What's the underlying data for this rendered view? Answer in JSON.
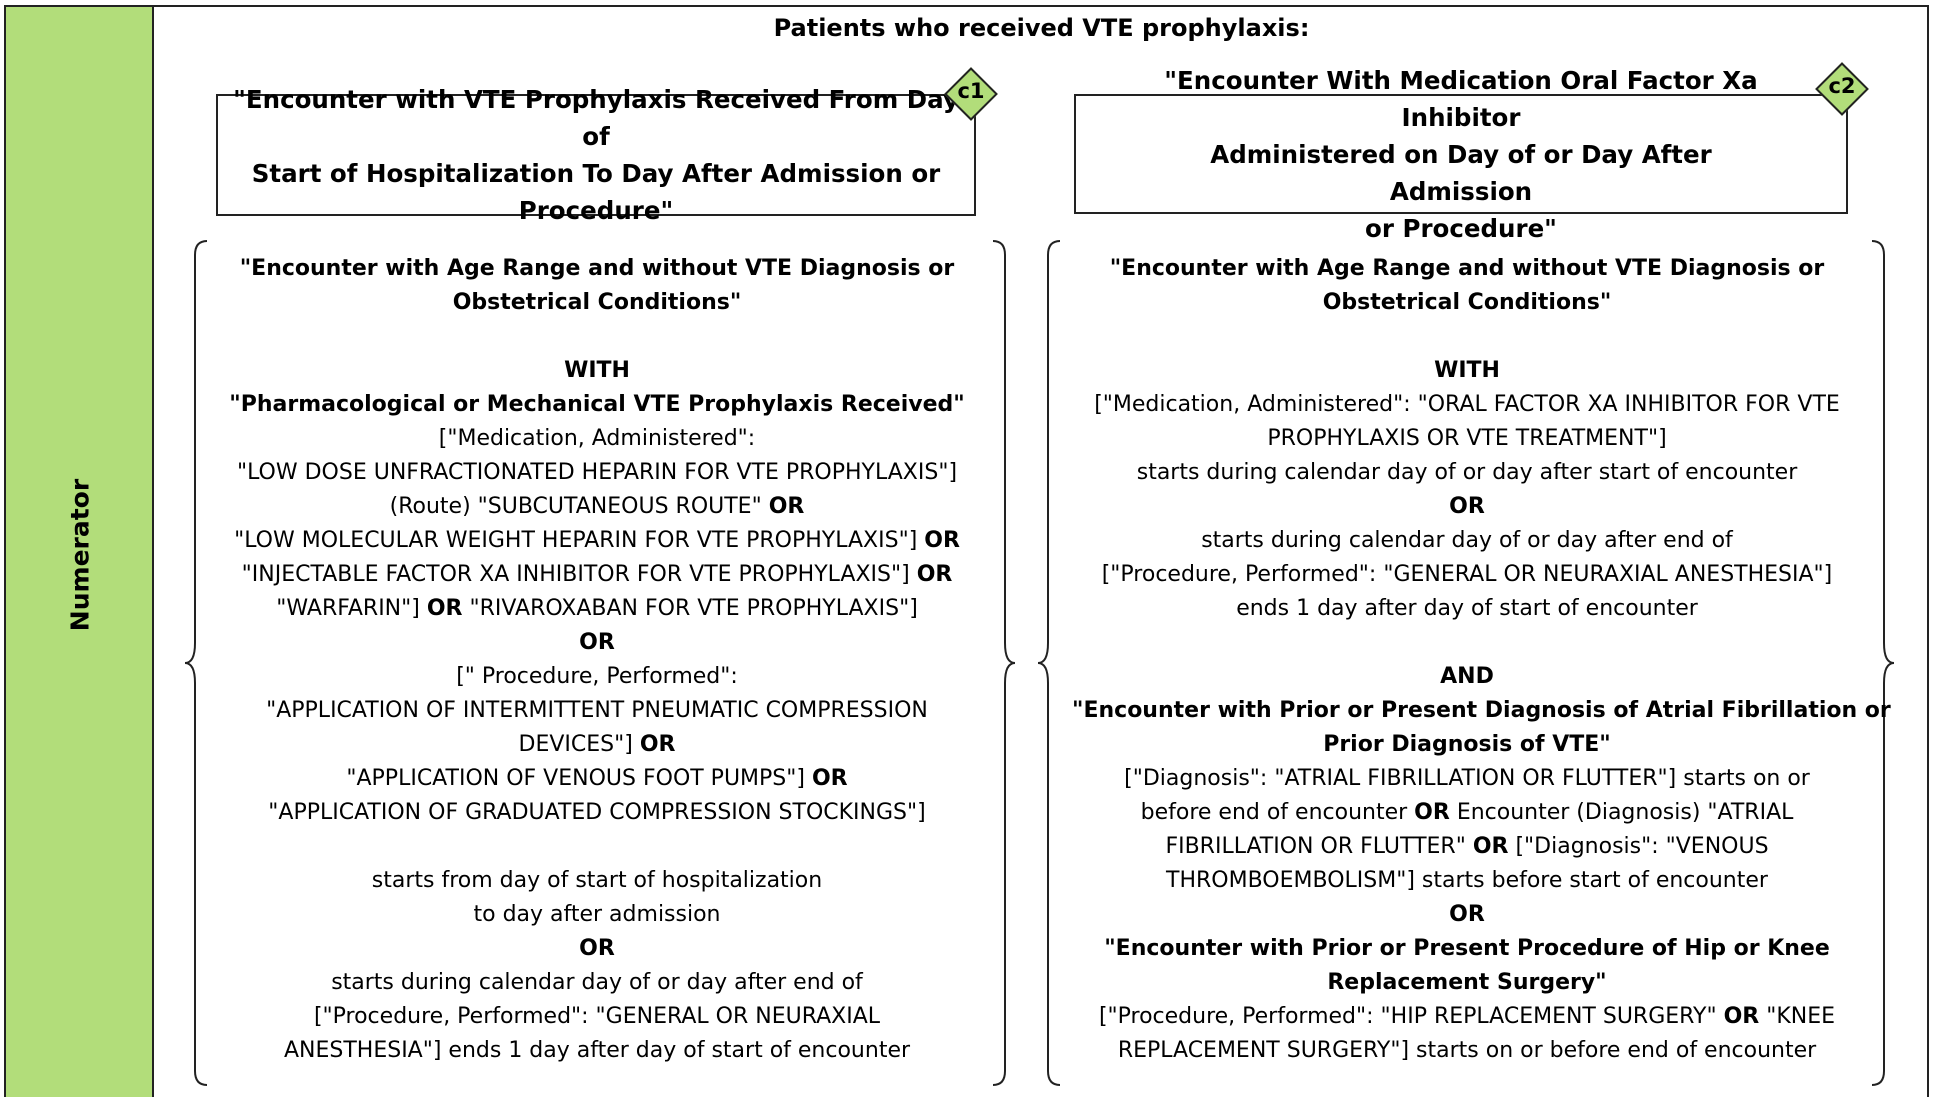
{
  "sidebar": {
    "label": "Numerator",
    "color": "#b2dd7a"
  },
  "title": "Patients who received VTE prophylaxis:",
  "components": [
    {
      "badge": "c1",
      "heading_lines": [
        "\"Encounter with VTE Prophylaxis Received From Day of",
        "Start of Hospitalization To Day After Admission or",
        "Procedure\""
      ],
      "body": [
        {
          "parts": [
            {
              "t": "\"Encounter with Age Range and without VTE Diagnosis or",
              "b": true
            }
          ]
        },
        {
          "parts": [
            {
              "t": "Obstetrical Conditions\"",
              "b": true
            }
          ]
        },
        {
          "gap": true
        },
        {
          "parts": [
            {
              "t": "WITH",
              "b": true
            }
          ]
        },
        {
          "parts": [
            {
              "t": "\"Pharmacological or Mechanical VTE Prophylaxis Received\"",
              "b": true
            }
          ]
        },
        {
          "parts": [
            {
              "t": "[\"Medication, Administered\":",
              "b": false
            }
          ]
        },
        {
          "parts": [
            {
              "t": "\"LOW DOSE UNFRACTIONATED HEPARIN FOR VTE PROPHYLAXIS\"]",
              "b": false
            }
          ]
        },
        {
          "parts": [
            {
              "t": "(Route) \"SUBCUTANEOUS ROUTE\" ",
              "b": false
            },
            {
              "t": "OR",
              "b": true
            }
          ]
        },
        {
          "parts": [
            {
              "t": "\"LOW MOLECULAR WEIGHT HEPARIN FOR VTE PROPHYLAXIS\"] ",
              "b": false
            },
            {
              "t": "OR",
              "b": true
            }
          ]
        },
        {
          "parts": [
            {
              "t": "\"INJECTABLE FACTOR XA INHIBITOR FOR VTE PROPHYLAXIS\"] ",
              "b": false
            },
            {
              "t": "OR",
              "b": true
            }
          ]
        },
        {
          "parts": [
            {
              "t": "\"WARFARIN\"] ",
              "b": false
            },
            {
              "t": "OR",
              "b": true
            },
            {
              "t": " \"RIVAROXABAN FOR VTE PROPHYLAXIS\"]",
              "b": false
            }
          ]
        },
        {
          "parts": [
            {
              "t": "OR",
              "b": true
            }
          ]
        },
        {
          "parts": [
            {
              "t": "[\" Procedure, Performed\":",
              "b": false
            }
          ]
        },
        {
          "parts": [
            {
              "t": "\"APPLICATION OF INTERMITTENT PNEUMATIC COMPRESSION",
              "b": false
            }
          ]
        },
        {
          "parts": [
            {
              "t": "DEVICES\"] ",
              "b": false
            },
            {
              "t": "OR",
              "b": true
            }
          ]
        },
        {
          "parts": [
            {
              "t": "\"APPLICATION OF VENOUS FOOT PUMPS\"] ",
              "b": false
            },
            {
              "t": "OR",
              "b": true
            }
          ]
        },
        {
          "parts": [
            {
              "t": "\"APPLICATION OF GRADUATED COMPRESSION STOCKINGS\"]",
              "b": false
            }
          ]
        },
        {
          "gap": true
        },
        {
          "parts": [
            {
              "t": "starts from day of start of hospitalization",
              "b": false
            }
          ]
        },
        {
          "parts": [
            {
              "t": "to day after admission",
              "b": false
            }
          ]
        },
        {
          "parts": [
            {
              "t": "OR",
              "b": true
            }
          ]
        },
        {
          "parts": [
            {
              "t": "starts during calendar day of or day after end of",
              "b": false
            }
          ]
        },
        {
          "parts": [
            {
              "t": "[\"Procedure, Performed\": \"GENERAL OR NEURAXIAL",
              "b": false
            }
          ]
        },
        {
          "parts": [
            {
              "t": "ANESTHESIA\"] ends 1 day after day of start of encounter",
              "b": false
            }
          ]
        }
      ]
    },
    {
      "badge": "c2",
      "heading_lines": [
        "\"Encounter With Medication Oral Factor Xa Inhibitor",
        "Administered on Day of or Day After Admission",
        "or Procedure\""
      ],
      "body": [
        {
          "parts": [
            {
              "t": "\"Encounter with Age Range and without VTE Diagnosis or",
              "b": true
            }
          ]
        },
        {
          "parts": [
            {
              "t": "Obstetrical Conditions\"",
              "b": true
            }
          ]
        },
        {
          "gap": true
        },
        {
          "parts": [
            {
              "t": "WITH",
              "b": true
            }
          ]
        },
        {
          "parts": [
            {
              "t": "[\"Medication, Administered\": \"ORAL FACTOR XA INHIBITOR FOR VTE",
              "b": false
            }
          ]
        },
        {
          "parts": [
            {
              "t": "PROPHYLAXIS OR VTE TREATMENT\"]",
              "b": false
            }
          ]
        },
        {
          "parts": [
            {
              "t": "starts during calendar day of or day after start of encounter",
              "b": false
            }
          ]
        },
        {
          "parts": [
            {
              "t": "OR",
              "b": true
            }
          ]
        },
        {
          "parts": [
            {
              "t": "starts during calendar day of or day after end of",
              "b": false
            }
          ]
        },
        {
          "parts": [
            {
              "t": "[\"Procedure, Performed\": \"GENERAL OR NEURAXIAL ANESTHESIA\"]",
              "b": false
            }
          ]
        },
        {
          "parts": [
            {
              "t": "ends 1 day after day of start of encounter",
              "b": false
            }
          ]
        },
        {
          "gap": true
        },
        {
          "parts": [
            {
              "t": "AND",
              "b": true
            }
          ]
        },
        {
          "parts": [
            {
              "t": "\"Encounter with Prior or Present Diagnosis of Atrial Fibrillation or",
              "b": true
            }
          ]
        },
        {
          "parts": [
            {
              "t": "Prior Diagnosis of VTE\"",
              "b": true
            }
          ]
        },
        {
          "parts": [
            {
              "t": "[\"Diagnosis\": \"ATRIAL FIBRILLATION OR FLUTTER\"] starts on or",
              "b": false
            }
          ]
        },
        {
          "parts": [
            {
              "t": "before end of encounter ",
              "b": false
            },
            {
              "t": "OR",
              "b": true
            },
            {
              "t": " Encounter (Diagnosis) \"ATRIAL",
              "b": false
            }
          ]
        },
        {
          "parts": [
            {
              "t": "FIBRILLATION OR FLUTTER\" ",
              "b": false
            },
            {
              "t": "OR",
              "b": true
            },
            {
              "t": " [\"Diagnosis\": \"VENOUS",
              "b": false
            }
          ]
        },
        {
          "parts": [
            {
              "t": "THROMBOEMBOLISM\"] starts before start of encounter",
              "b": false
            }
          ]
        },
        {
          "parts": [
            {
              "t": "OR",
              "b": true
            }
          ]
        },
        {
          "parts": [
            {
              "t": "\"Encounter with Prior or Present Procedure of Hip or Knee",
              "b": true
            }
          ]
        },
        {
          "parts": [
            {
              "t": "Replacement Surgery\"",
              "b": true
            }
          ]
        },
        {
          "parts": [
            {
              "t": "[\"Procedure, Performed\": \"HIP REPLACEMENT SURGERY\" ",
              "b": false
            },
            {
              "t": "OR",
              "b": true
            },
            {
              "t": " \"KNEE",
              "b": false
            }
          ]
        },
        {
          "parts": [
            {
              "t": "REPLACEMENT SURGERY\"] starts on or before end of encounter",
              "b": false
            }
          ]
        }
      ]
    }
  ]
}
